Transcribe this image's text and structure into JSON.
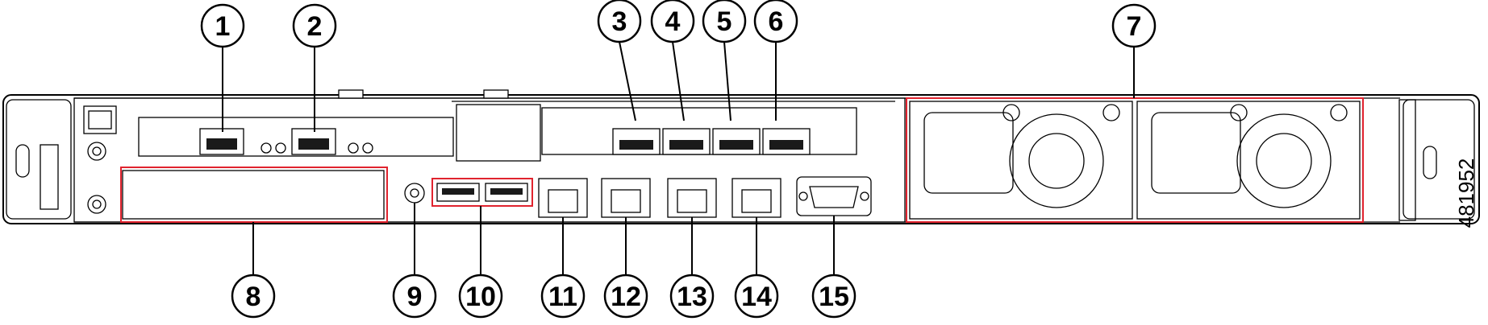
{
  "figure_id": "481952",
  "callouts": [
    "1",
    "2",
    "3",
    "4",
    "5",
    "6",
    "7",
    "8",
    "9",
    "10",
    "11",
    "12",
    "13",
    "14",
    "15"
  ]
}
